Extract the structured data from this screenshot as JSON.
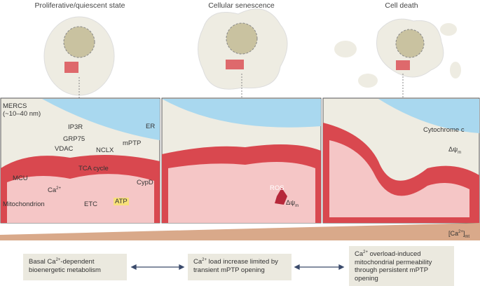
{
  "titles": [
    "Proliferative/quiescent state",
    "Cellular senescence",
    "Cell death"
  ],
  "labels": {
    "mercs": "MERCS",
    "mercs_range": "(~10–40 nm)",
    "ip3r": "IP3R",
    "grp75": "GRP75",
    "vdac": "VDAC",
    "er": "ER",
    "nclx": "NCLX",
    "mptp": "mPTP",
    "tca": "TCA cycle",
    "mcu": "MCU",
    "ca": "Ca",
    "ca_sup": "2+",
    "cypd": "CypD",
    "mito": "Mitochondrion",
    "etc": "ETC",
    "atp": "ATP",
    "ros": "ROS",
    "psi": "Δψ",
    "psi_sub": "m",
    "cytc": "Cytochrome c",
    "ca_mt": "[Ca",
    "ca_mt_sup": "2+",
    "ca_mt_close": "]",
    "ca_mt_sub": "mt"
  },
  "boxes": [
    {
      "pre": "Basal Ca",
      "sup": "2+",
      "post": "-dependent bioenergetic metabolism"
    },
    {
      "pre": "Ca",
      "sup": "2+",
      "post": " load increase limited by transient mPTP opening"
    },
    {
      "pre": "Ca",
      "sup": "2+",
      "post": " overload-induced mitochondrial permeability through persistent mPTP opening"
    }
  ],
  "colors": {
    "mito": "#d9484f",
    "matrix": "#f5c6c6",
    "er": "#a9d8ef",
    "cyto": "#eeece2",
    "wedge": "#d9a98a",
    "box": "#ebe9df",
    "arrow": "#3a4a6b"
  }
}
